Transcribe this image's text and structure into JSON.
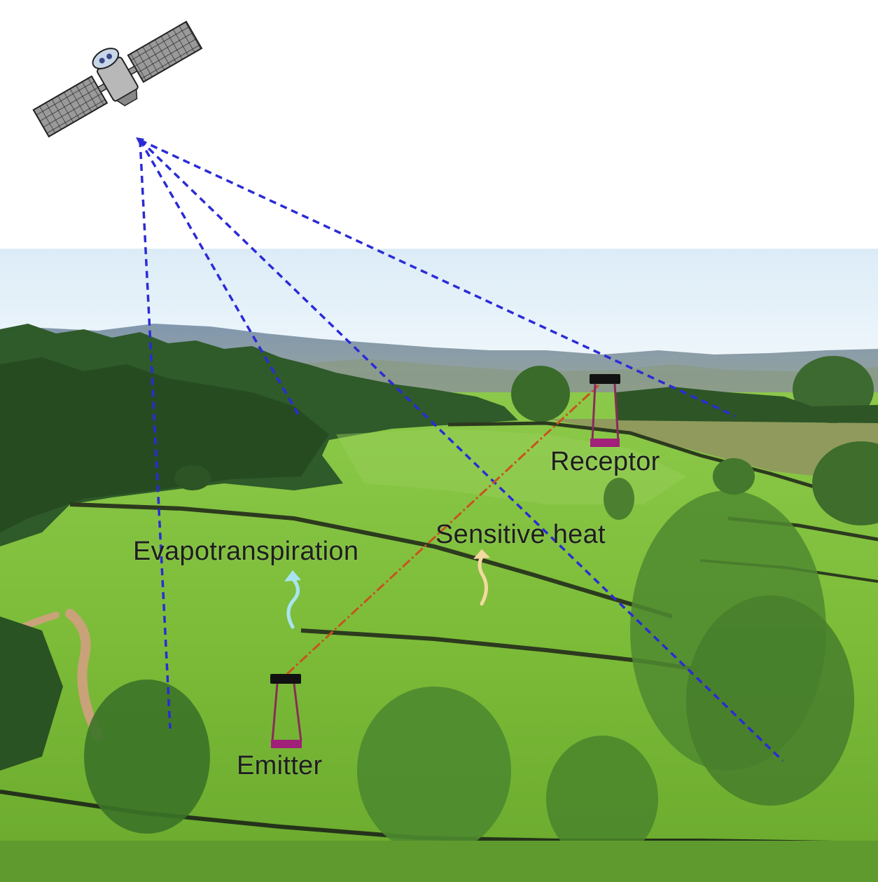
{
  "labels": {
    "receptor": "Receptor",
    "sensitive_heat": "Sensitive heat",
    "evapotranspiration": "Evapotranspiration",
    "emitter": "Emitter"
  },
  "colors": {
    "sky_top": "#dfeef8",
    "sky_bottom": "#f2f8fc",
    "mountains": "#7d8fa6",
    "forest": "#2f5a2a",
    "meadow": "#7fbf3a",
    "meadow_dark": "#5e9a28",
    "stone_wall": "#2d3a1e",
    "signal_lines": "#2b2bd6",
    "beam": "#c8531e",
    "scintillometer_frame": "#8a2b5a",
    "scintillometer_base": "#a0207a",
    "evapotranspiration_arrow": "#a8e4f0",
    "sensitive_heat_arrow": "#f4d9a0"
  },
  "icons": [
    "satellite-icon",
    "emitter-icon",
    "receptor-icon",
    "evapotranspiration-arrow-icon",
    "sensitive-heat-arrow-icon"
  ]
}
